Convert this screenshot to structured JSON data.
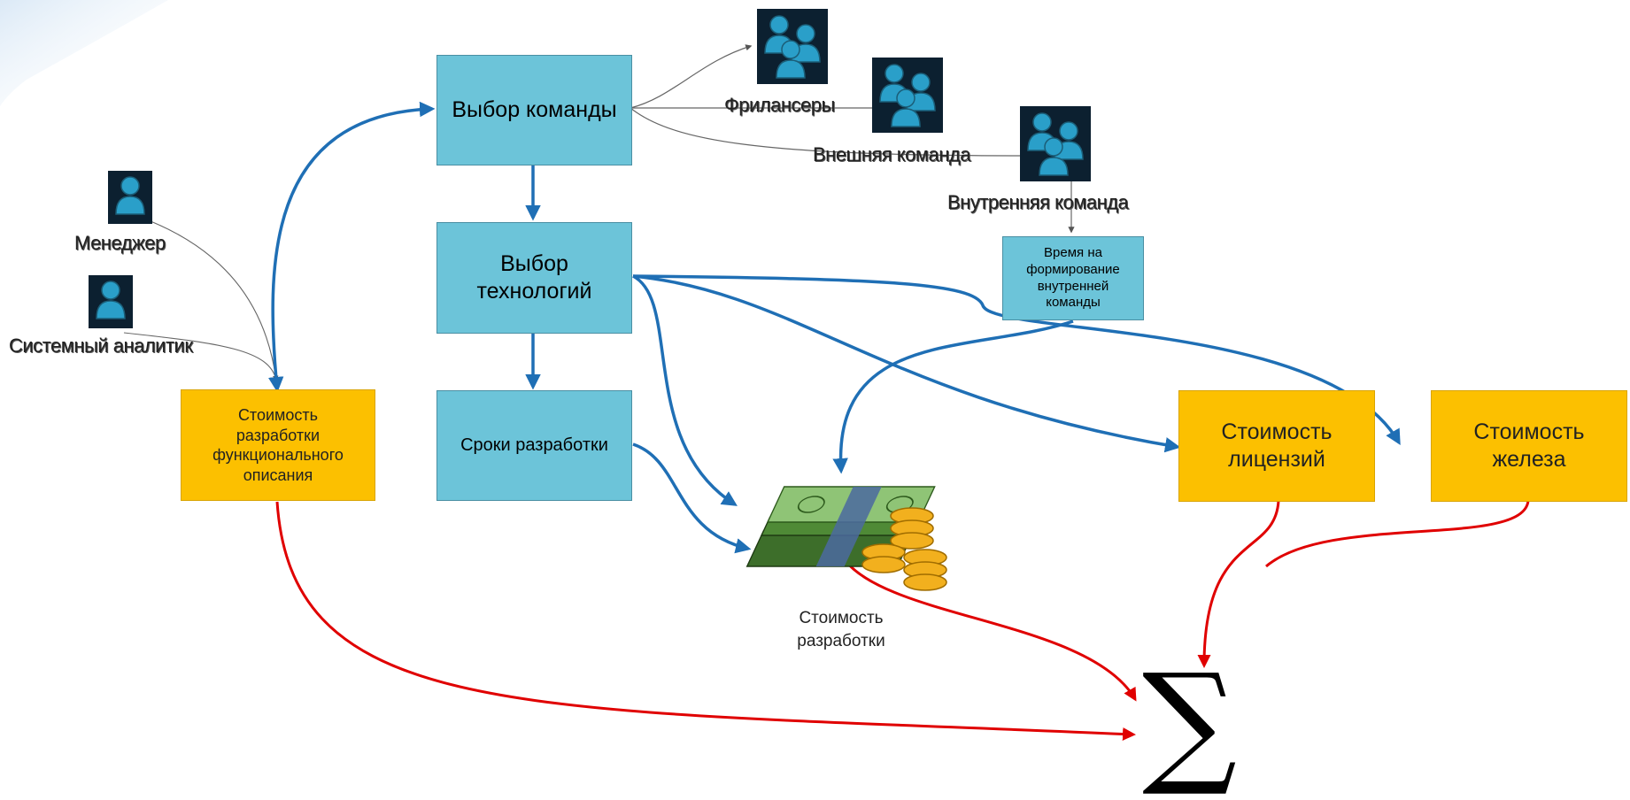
{
  "nodes": {
    "team_choice": "Выбор команды",
    "tech_choice": "Выбор технологий",
    "dev_terms": "Сроки разработки",
    "func_desc_cost": "Стоимость разработки функционального описания",
    "internal_team_time": "Время на формирование внутренней команды",
    "license_cost": "Стоимость лицензий",
    "hardware_cost": "Стоимость железа",
    "dev_cost": "Стоимость разработки"
  },
  "people": {
    "manager": "Менеджер",
    "system_analyst": "Системный аналитик",
    "freelancers": "Фрилансеры",
    "external_team": "Внешняя команда",
    "internal_team": "Внутренняя команда"
  },
  "sum_symbol": "∑",
  "colors": {
    "blue_box": "#6cc4d9",
    "orange_box": "#fcc000",
    "blue_arrow": "#1f6fb5",
    "red_arrow": "#e00000",
    "gray_line": "#666666",
    "person_icon": "#2a9fc9"
  }
}
